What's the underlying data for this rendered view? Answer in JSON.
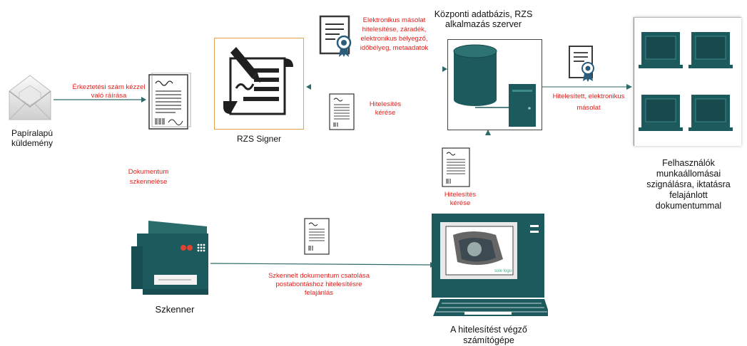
{
  "nodes": {
    "paper_mail": "Papíralapú küldemény",
    "signer": "RZS Signer",
    "central_db": "Központi adatbázis, RZS alkalmazás szerver",
    "users": "Felhasználók munkaállomásai szignálásra, iktatásra felajánlott dokumentummal",
    "scanner": "Szkenner",
    "auth_pc": "A hitelesítést végző számítógépe"
  },
  "edge_labels": {
    "registration": "Érkeztetési szám kézzel való ráírása",
    "e_copy": "Elektronikus másolat hitelesítése, záradék, elektronikus bélyegző, időbélyeg, metaadatok",
    "auth_request_1": "Hitelesítés kérése",
    "auth_request_2": "Hitelesítés kérése",
    "certified": "Hitelesített, elektronikus másolat",
    "scanning": "Dokumentum szkennelése",
    "attach": "Szkennelt dokumentum csatolása postabontáshoz hitelesítésre felajánlás"
  },
  "colors": {
    "teal": "#1d5a5d",
    "red": "#e0201b",
    "accent": "#e05a2a"
  }
}
